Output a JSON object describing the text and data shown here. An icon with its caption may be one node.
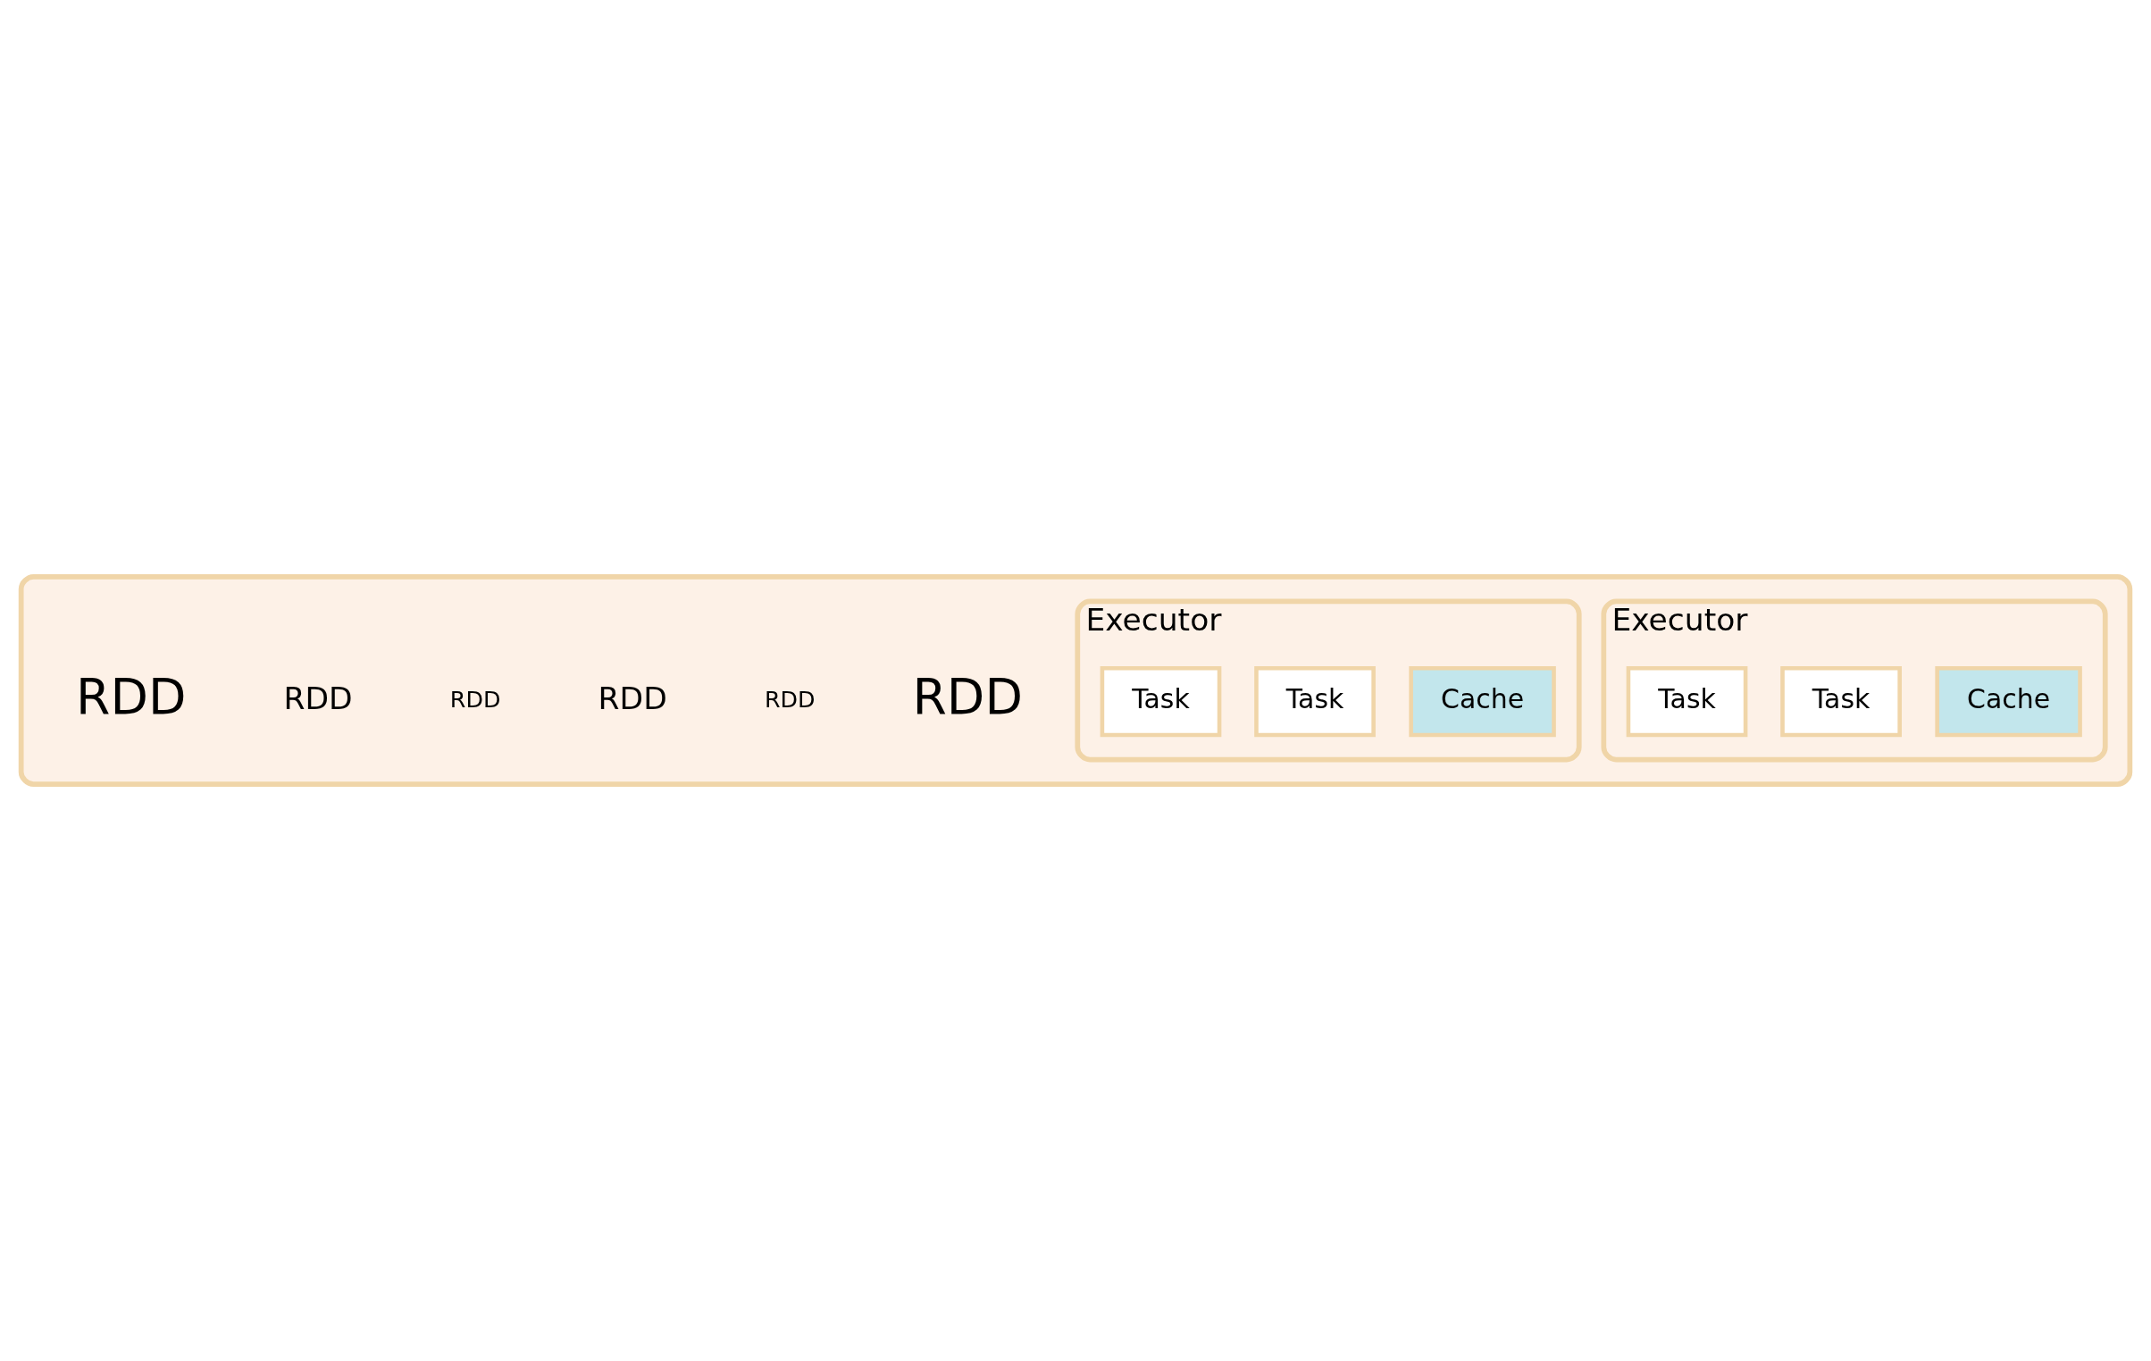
{
  "diagram": {
    "nodes": [
      {
        "text": [],
        "shape": "box"
      },
      {
        "text": [
          "Executor"
        ],
        "in": 0
      },
      {
        "text": [
          "Cache"
        ],
        "in": 1
      },
      {
        "text": [
          "Task"
        ],
        "in": 1
      },
      {
        "text": [
          "Task"
        ],
        "in": 1
      },
      {
        "text": [
          "Executor"
        ],
        "in": 0
      },
      {
        "text": [
          "Cache"
        ],
        "in": 5
      },
      {
        "text": [
          "Task"
        ],
        "in": 5
      },
      {
        "text": [
          "Task"
        ],
        "in": 5
      }
    ],
    "edges": [],
    "labels": [
      "RDD",
      "RDD",
      "RDD",
      "RDD",
      "RDD",
      "RDD"
    ]
  }
}
